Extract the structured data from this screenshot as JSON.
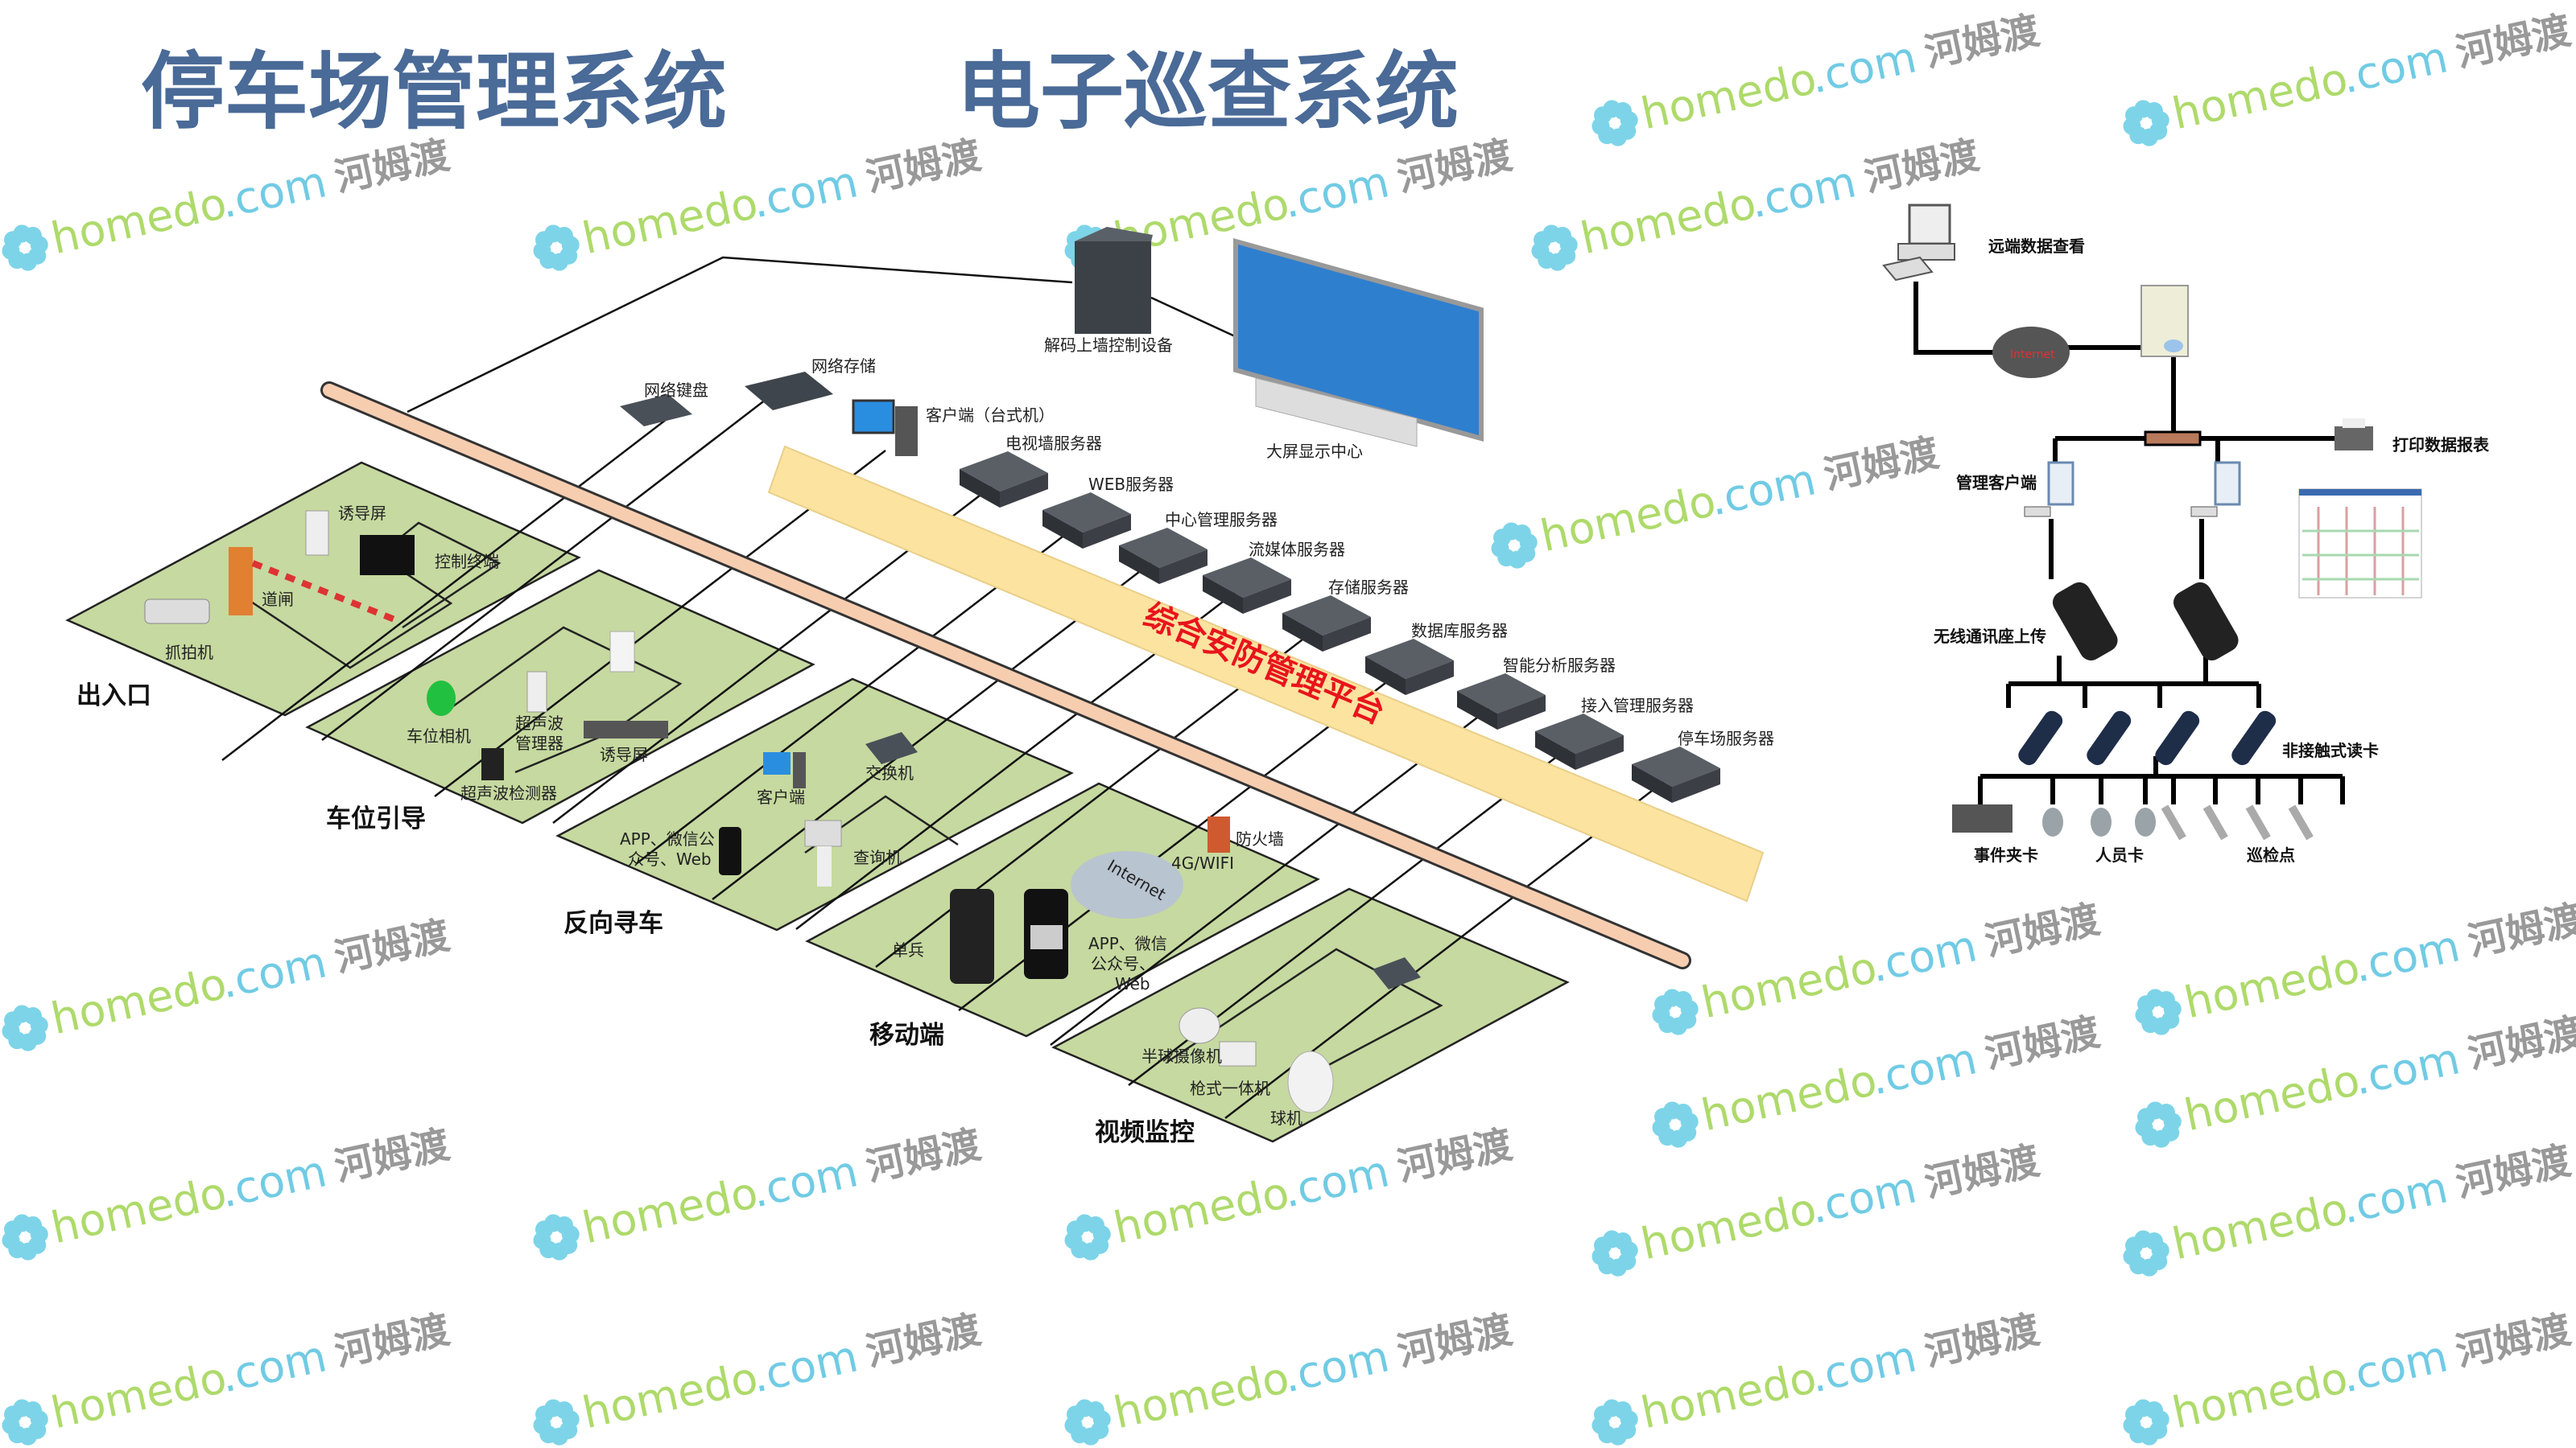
{
  "titles": {
    "parking": "停车场管理系统",
    "patrol": "电子巡查系统"
  },
  "platform": "综合安防管理平台",
  "top_devices": {
    "network_keyboard": "网络键盘",
    "network_storage": "网络存储",
    "desktop_client": "客户端（台式机）",
    "decoder": "解码上墙控制设备",
    "video_wall": "大屏显示中心"
  },
  "servers": [
    {
      "label": "电视墙服务器"
    },
    {
      "label": "WEB服务器"
    },
    {
      "label": "中心管理服务器"
    },
    {
      "label": "流媒体服务器"
    },
    {
      "label": "存储服务器"
    },
    {
      "label": "数据库服务器"
    },
    {
      "label": "智能分析服务器"
    },
    {
      "label": "接入管理服务器"
    },
    {
      "label": "停车场服务器"
    }
  ],
  "zones": {
    "entrance": {
      "title": "出入口",
      "guide_screen": "诱导屏",
      "control_terminal": "控制终端",
      "barrier": "道闸",
      "capture_camera": "抓拍机"
    },
    "guidance": {
      "title": "车位引导",
      "space_camera": "车位相机",
      "ultrasonic_mgr_1": "超声波",
      "ultrasonic_mgr_2": "管理器",
      "guide_screen": "诱导屏",
      "ultrasonic_detector": "超声波检测器"
    },
    "reverse": {
      "title": "反向寻车",
      "client": "客户端",
      "switch": "交换机",
      "app_1": "APP、微信公",
      "app_2": "众号、Web",
      "kiosk": "查询机"
    },
    "mobile": {
      "title": "移动端",
      "firewall": "防火墙",
      "network": "4G/WIFI",
      "cloud": "Internet",
      "handheld": "单兵",
      "app_1": "APP、微信",
      "app_2": "公众号、",
      "app_3": "Web"
    },
    "video": {
      "title": "视频监控",
      "dome": "半球摄像机",
      "bullet": "枪式一体机",
      "ptz": "球机"
    }
  },
  "patrol": {
    "remote_view": "远端数据查看",
    "cloud": "Internet",
    "print_report": "打印数据报表",
    "mgmt_client": "管理客户端",
    "wireless_upload": "无线通讯座上传",
    "reader": "非接触式读卡",
    "event_card": "事件夹卡",
    "staff_card": "人员卡",
    "checkpoint": "巡检点"
  },
  "watermark": {
    "brand": "homedo",
    "tld": ".com",
    "cn": "河姆渡"
  },
  "colors": {
    "zone": "#c6d9a0",
    "platform_band": "#fde3a0",
    "pipe": "#f7cdb0",
    "title": "#4a6a97",
    "platform_text": "#e8141c"
  }
}
